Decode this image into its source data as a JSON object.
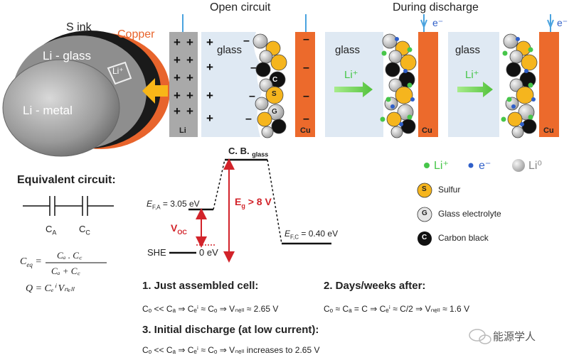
{
  "cylinder": {
    "s_ink": "S ink",
    "copper": "Copper",
    "li_glass": "Li - glass",
    "li_metal": "Li - metal",
    "li_ion": "Li⁺"
  },
  "panels": {
    "open_circuit": {
      "title": "Open circuit",
      "glass": "glass",
      "li": "Li",
      "cu": "Cu",
      "carbon": "C",
      "sulfur": "S",
      "glass_el": "G"
    },
    "discharge": {
      "title": "During discharge",
      "electron": "e⁻",
      "glass": "glass",
      "li_ion": "Li⁺",
      "cu": "Cu"
    }
  },
  "legend": {
    "li_plus": "Li⁺",
    "e_minus": "e⁻",
    "li_zero": "Li⁰",
    "sulfur_symbol": "S",
    "sulfur": "Sulfur",
    "glass_symbol": "G",
    "glass": "Glass electrolyte",
    "carbon_symbol": "C",
    "carbon": "Carbon black"
  },
  "colors": {
    "copper": "#e8642c",
    "sulfur": "#f5b51e",
    "li_plus": "#47c64a",
    "e_minus": "#2f5fc9",
    "li_zero": "#a8a8a8",
    "red": "#d2232a",
    "arrow_green": "#6fcf4f",
    "arrow_yellow": "#f8b618",
    "glass": "#dfe9f3",
    "cu_electrode": "#ec6a2c",
    "li_electrode": "#a9a9a9"
  },
  "equivalent": {
    "title": "Equivalent circuit:",
    "ca": "C",
    "ca_sub": "A",
    "cc": "C",
    "cc_sub": "C",
    "ceq_lhs": "C",
    "ceq_sub": "eq",
    "ceq_num": "Cₐ . C꜀",
    "ceq_den": "Cₐ + C꜀",
    "q_eq": "Q = Cₑⁱ Vₙₑₗₗ"
  },
  "energy": {
    "cb": "C. B.",
    "cb_sub": "glass",
    "efa": "E",
    "efa_sub": "F,A",
    "efa_val": "= 3.05 eV",
    "eg": "E",
    "eg_sub": "g",
    "eg_val": "> 8 V",
    "voc": "V",
    "voc_sub": "OC",
    "efc": "E",
    "efc_sub": "F,C",
    "efc_val": "= 0.40 eV",
    "she": "SHE",
    "zero": "0 eV"
  },
  "notes": {
    "n1_title": "1. Just assembled cell:",
    "n1_eq": "Cₒ << Cₐ ⇒ Cₑⁱ ≈ Cₒ ⇒ Vₙₑₗₗ ≈ 2.65 V",
    "n2_title": "2. Days/weeks after:",
    "n2_eq": "Cₒ ≈ Cₐ = C ⇒ Cₑⁱ ≈ C/2 ⇒ Vₙₑₗₗ ≈ 1.6 V",
    "n3_title": "3. Initial discharge (at low current):",
    "n3_eq": "Cₒ << Cₐ ⇒ Cₑⁱ ≈ Cₒ ⇒ Vₙₑₗₗ increases to 2.65 V"
  },
  "watermark": "能源学人"
}
